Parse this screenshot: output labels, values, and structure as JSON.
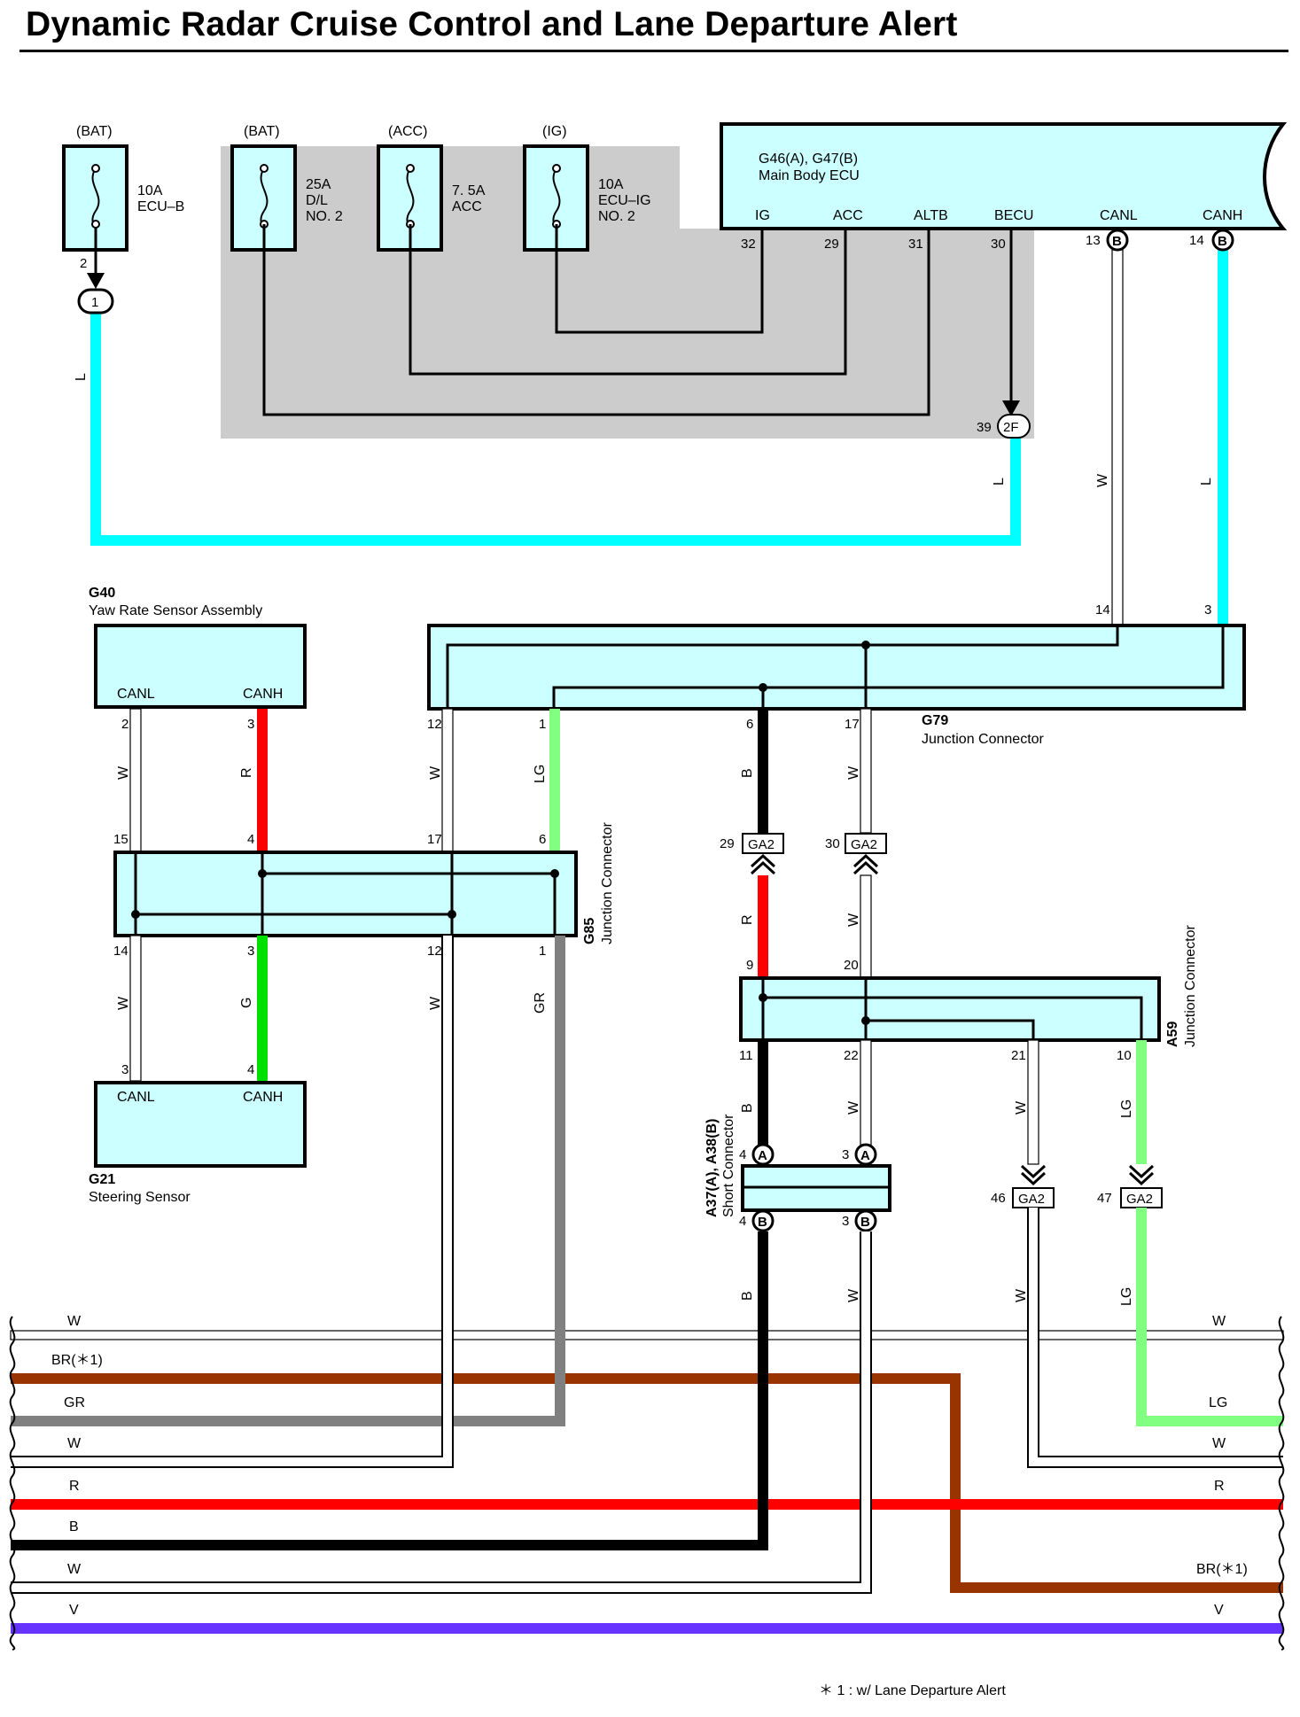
{
  "title": "Dynamic Radar Cruise Control and Lane Departure Alert",
  "footnote": "＊ 1 : w/ Lane Departure Alert",
  "fuses": [
    {
      "source": "(BAT)",
      "rating": "10A",
      "name_lines": [
        "ECU–B"
      ]
    },
    {
      "source": "(BAT)",
      "rating": "25A",
      "name_lines": [
        "D/L",
        "NO. 2"
      ]
    },
    {
      "source": "(ACC)",
      "rating": "7. 5A",
      "name_lines": [
        "ACC"
      ]
    },
    {
      "source": "(IG)",
      "rating": "10A",
      "name_lines": [
        "ECU–IG",
        "NO. 2"
      ]
    }
  ],
  "fuse_pin": "2",
  "connector_1_label": "1",
  "main_body_ecu": {
    "code": "G46(A), G47(B)",
    "name": "Main Body ECU",
    "terminals": [
      "IG",
      "ACC",
      "ALTB",
      "BECU",
      "CANL",
      "CANH"
    ],
    "pins": [
      "32",
      "29",
      "31",
      "30",
      "13",
      "14"
    ],
    "pin_letter": "B"
  },
  "connector_2f": {
    "pin": "39",
    "label": "2F"
  },
  "g40": {
    "code": "G40",
    "name": "Yaw Rate Sensor Assembly",
    "terminals": [
      "CANL",
      "CANH"
    ],
    "pins": [
      "2",
      "3"
    ]
  },
  "g21": {
    "code": "G21",
    "name": "Steering Sensor",
    "terminals": [
      "CANL",
      "CANH"
    ],
    "pins": [
      "3",
      "4"
    ]
  },
  "g79": {
    "code": "G79",
    "name": "Junction Connector",
    "top_pins": [
      "14",
      "3"
    ],
    "bottom_pins": [
      "12",
      "1",
      "6",
      "17"
    ]
  },
  "g85": {
    "code": "G85",
    "name": "Junction Connector",
    "top_pins": [
      "15",
      "4",
      "17",
      "6"
    ],
    "bottom_pins": [
      "14",
      "3",
      "12",
      "1"
    ]
  },
  "a59": {
    "code": "A59",
    "name": "Junction Connector",
    "top_pins": [
      "9",
      "20"
    ],
    "bottom_pins": [
      "11",
      "22",
      "21",
      "10"
    ]
  },
  "a37": {
    "code": "A37(A), A38(B)",
    "name": "Short Connector",
    "top_pins": [
      "4",
      "3"
    ],
    "top_letter": "A",
    "bottom_pins": [
      "4",
      "3"
    ],
    "bottom_letter": "B"
  },
  "ga2_connectors": [
    {
      "pin": "29",
      "label": "GA2"
    },
    {
      "pin": "30",
      "label": "GA2"
    },
    {
      "pin": "46",
      "label": "GA2"
    },
    {
      "pin": "47",
      "label": "GA2"
    }
  ],
  "wire_labels": {
    "l_left": "L",
    "l_2f": "L",
    "w_canl": "W",
    "l_canh": "L",
    "g40_w": "W",
    "g40_r": "R",
    "g79_12_w": "W",
    "g79_1_lg": "LG",
    "g79_6_b": "B",
    "g79_17_w": "W",
    "g85_14_w": "W",
    "g85_3_g": "G",
    "g85_12_w": "W",
    "g85_1_gr": "GR",
    "ga2_29_r": "R",
    "ga2_30_w": "W",
    "a59_11_b": "B",
    "a59_22_w": "W",
    "a59_21_w": "W",
    "a59_10_lg": "LG",
    "a37_4_b": "B",
    "a37_3_w": "W",
    "ga2_46_w": "W",
    "ga2_47_lg": "LG"
  },
  "bus_labels_left": [
    "W",
    "BR(＊1)",
    "GR",
    "W",
    "R",
    "B",
    "W",
    "V"
  ],
  "bus_labels_right": [
    "W",
    "LG",
    "W",
    "R",
    "BR(＊1)",
    "V"
  ],
  "colors": {
    "L": "#00ffff",
    "W": "#ffffff",
    "R": "#ff0000",
    "B": "#000000",
    "LG": "#80ff80",
    "G": "#00e000",
    "GR": "#808080",
    "BR": "#993300",
    "V": "#6633ff",
    "connector_fill": "#ccffff",
    "shade": "#cccccc"
  }
}
